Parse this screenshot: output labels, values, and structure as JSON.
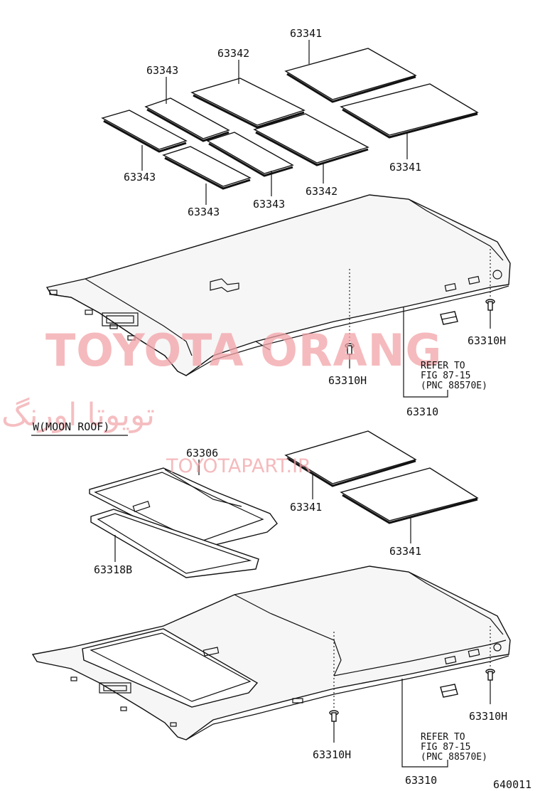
{
  "parts": {
    "p63341_a": "63341",
    "p63342_a": "63342",
    "p63343_a": "63343",
    "p63343_b": "63343",
    "p63341_b": "63341",
    "p63342_b": "63342",
    "p63343_c": "63343",
    "p63343_d": "63343",
    "p63310h_a": "63310H",
    "p63310h_b": "63310H",
    "p63310_a": "63310",
    "p63306": "63306",
    "p63318b": "63318B",
    "p63341_c": "63341",
    "p63341_d": "63341",
    "p63310h_c": "63310H",
    "p63310h_d": "63310H",
    "p63310_b": "63310"
  },
  "refer_note": {
    "line1": "REFER TO",
    "line2": "FIG 87-15",
    "line3": "(PNC 88570E)"
  },
  "section_label": "W(MOON ROOF)",
  "figure_number": "640011",
  "watermark": {
    "main": "TOYOTA ORANG",
    "persian": "تویوتا اورنگ",
    "url": "TOYOTAPART.IR"
  }
}
